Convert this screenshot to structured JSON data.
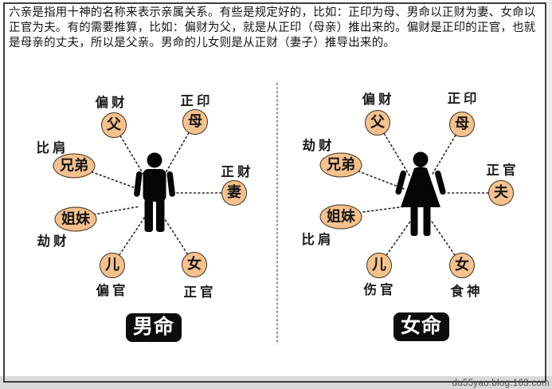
{
  "intro": "六亲是指用十神的名称来表示亲属关系。有些是规定好的，比如：正印为母、男命以正财为妻、女命以正官为夫。有的需要推算，比如：偏财为父，就是从正印（母亲）推出来的。偏财是正印的正官，也就是母亲的丈夫，所以是父亲。男命的儿女则是从正财（妻子）推导出来的。",
  "male": {
    "title": "男命",
    "relations": [
      {
        "god": "偏财",
        "relative": "父"
      },
      {
        "god": "正印",
        "relative": "母"
      },
      {
        "god": "比肩",
        "relative": "兄弟"
      },
      {
        "god": "正财",
        "relative": "妻"
      },
      {
        "god": "劫财",
        "relative": "姐妹"
      },
      {
        "god": "偏官",
        "relative": "儿"
      },
      {
        "god": "正官",
        "relative": "女"
      }
    ]
  },
  "female": {
    "title": "女命",
    "relations": [
      {
        "god": "偏财",
        "relative": "父"
      },
      {
        "god": "正印",
        "relative": "母"
      },
      {
        "god": "劫财",
        "relative": "兄弟"
      },
      {
        "god": "正官",
        "relative": "夫"
      },
      {
        "god": "比肩",
        "relative": "姐妹"
      },
      {
        "god": "伤官",
        "relative": "儿"
      },
      {
        "god": "食神",
        "relative": "女"
      }
    ]
  },
  "icons": {
    "male_figure": "standing-man-silhouette",
    "female_figure": "standing-woman-silhouette"
  },
  "colors": {
    "node_fill": "#f5c18c",
    "node_border": "#41301d",
    "badge_bg": "#0d0d0d",
    "badge_text": "#ffffff",
    "line": "#222222",
    "footer_bg": "#d9d9d9",
    "frame_border": "#3d3d3d"
  },
  "watermark": "du55yao.blog.163.com"
}
